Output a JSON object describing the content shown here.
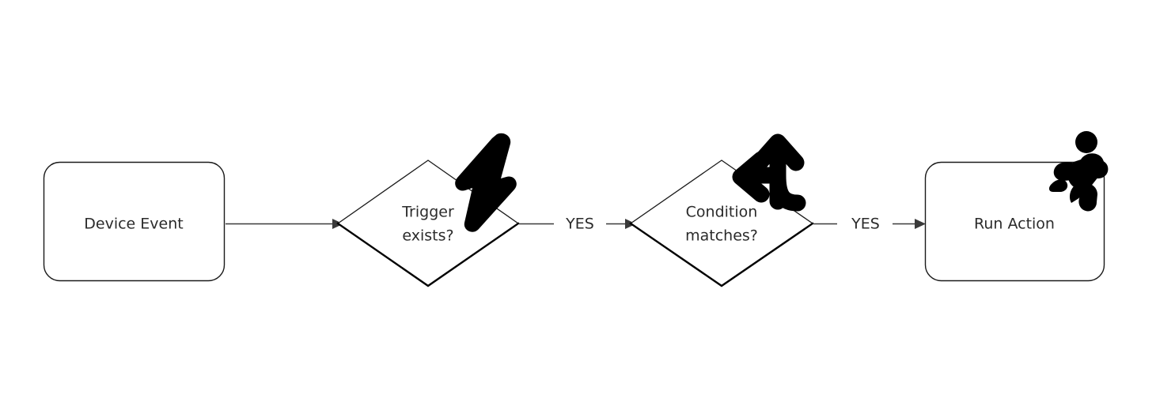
{
  "diagram": {
    "type": "flowchart",
    "orientation": "left-to-right",
    "background_color": "#ffffff",
    "line_color": "#1a1a1a",
    "text_color": "#2b2b2b",
    "icon_color": "#000000",
    "nodes": [
      {
        "id": "device-event",
        "shape": "rounded-rectangle",
        "label": "Device Event",
        "icon": null
      },
      {
        "id": "trigger-exists",
        "shape": "diamond",
        "label_line1": "Trigger",
        "label_line2": "exists?",
        "icon": "lightning-bolt-icon"
      },
      {
        "id": "condition-matches",
        "shape": "diamond",
        "label_line1": "Condition",
        "label_line2": "matches?",
        "icon": "branch-arrow-icon"
      },
      {
        "id": "run-action",
        "shape": "rounded-rectangle",
        "label": "Run Action",
        "icon": "running-person-icon"
      }
    ],
    "edges": [
      {
        "id": "edge-1",
        "from": "device-event",
        "to": "trigger-exists",
        "label": ""
      },
      {
        "id": "edge-2",
        "from": "trigger-exists",
        "to": "condition-matches",
        "label": "YES"
      },
      {
        "id": "edge-3",
        "from": "condition-matches",
        "to": "run-action",
        "label": "YES"
      }
    ]
  }
}
